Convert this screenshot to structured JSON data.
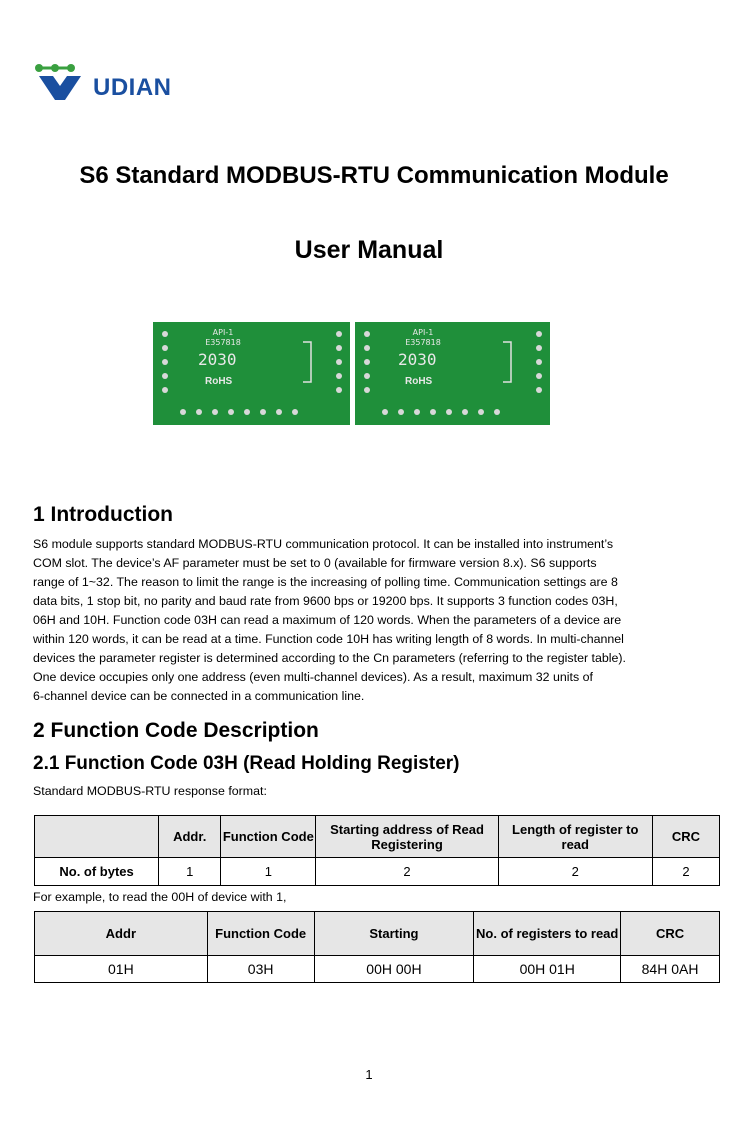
{
  "logo": {
    "text": "UDIAN"
  },
  "title": "S6 Standard MODBUS-RTU Communication Module",
  "subtitle": "User Manual",
  "pcb": {
    "labels": [
      "API-1",
      "E357818",
      "2030",
      "RoHS"
    ]
  },
  "section1": {
    "heading": "1 Introduction",
    "lines": [
      "S6 module supports standard MODBUS-RTU communication protocol. It can be installed into instrument’s",
      "COM slot. The device’s AF parameter must be set to 0 (available for firmware version 8.x). S6 supports",
      "range of 1~32. The reason to limit the range is the increasing of polling time. Communication settings are 8",
      "data bits, 1 stop bit, no parity and baud rate from 9600 bps or 19200 bps. It supports 3 function codes 03H,",
      "06H and 10H. Function code 03H can read a maximum of 120 words. When the parameters of a device are",
      "within 120 words, it can be read at a time. Function code 10H has writing length of 8 words. In multi-channel",
      "devices the parameter register is determined according to the Cn parameters (referring to the register table).",
      "One device occupies only one address (even multi-channel devices). As a result, maximum 32 units of",
      "6-channel device can be connected in a communication line."
    ]
  },
  "section2": {
    "heading": "2 Function Code Description",
    "sub_heading": "2.1 Function Code 03H (Read Holding Register)",
    "format_label": "Standard MODBUS-RTU response format:",
    "table1": {
      "headers": [
        "",
        "Addr.",
        "Function Code",
        "Starting address of Read Registering",
        "Length of register to read",
        "CRC"
      ],
      "row": [
        "No. of bytes",
        "1",
        "1",
        "2",
        "2",
        "2"
      ]
    },
    "example_label": "For example, to read the 00H of device with 1,",
    "table2": {
      "headers": [
        "Addr",
        "Function Code",
        "Starting",
        "No. of registers to read",
        "CRC"
      ],
      "row": [
        "01H",
        "03H",
        "00H 00H",
        "00H 01H",
        "84H 0AH"
      ]
    }
  },
  "page_number": "1"
}
